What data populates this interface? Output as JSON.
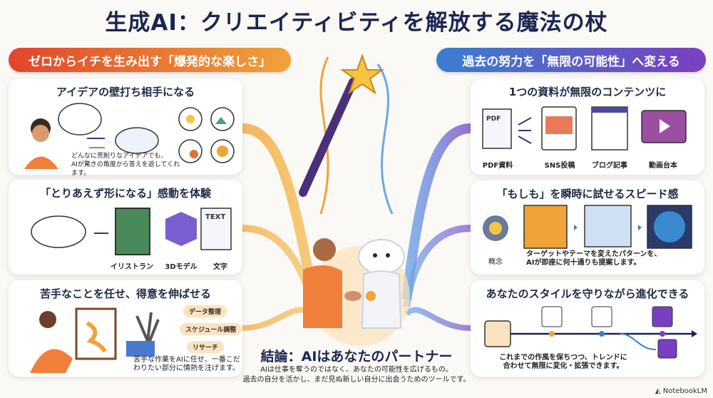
{
  "title": "生成AI：クリエイティビティを解放する魔法の杖",
  "left": {
    "header": "ゼロからイチを生み出す「爆発的な楽しさ」",
    "cards": [
      {
        "title": "アイデアの壁打ち相手になる",
        "caption": [
          "どんなに荒削りなアイデアでも、",
          "AIが驚きの角度から答えを返してくれます。"
        ]
      },
      {
        "title": "「とりあえず形になる」感動を体験",
        "labels": [
          "イリストラン",
          "3Dモデル",
          "文字"
        ],
        "doc_text": "TEXT"
      },
      {
        "title": "苦手なことを任せ、得意を伸ばせる",
        "tags": [
          "データ整理",
          "スケジュール調整",
          "リサーチ"
        ],
        "caption": [
          "苦手な作業をAIに任せ、一番こだ",
          "わりたい部分に情熱を注げます。"
        ]
      }
    ]
  },
  "right": {
    "header": "過去の努力を「無限の可能性」へ変える",
    "cards": [
      {
        "title": "1つの資料が無限のコンテンツに",
        "labels": [
          "PDF資料",
          "SNS投稿",
          "ブログ記事",
          "動画台本"
        ],
        "doc_text": "PDF"
      },
      {
        "title": "「もしも」を瞬時に試せるスピード感",
        "icon_label": "概念",
        "caption": [
          "ターゲットやテーマを変えたパターンを、",
          "AIが即座に何十通りも提案します。"
        ]
      },
      {
        "title": "あなたのスタイルを守りながら進化できる",
        "caption": [
          "これまでの作風を保ちつつ、トレンドに",
          "合わせて無限に変化・拡張できます。"
        ]
      }
    ]
  },
  "conclusion": {
    "title": "結論：AIはあなたのパートナー",
    "lines": [
      "AIは仕事を奪うのではなく、あなたの可能性を広げるもの。",
      "過去の自分を活かし、まだ見ぬ新しい自分に出会うためのツールです。"
    ]
  },
  "brand": "NotebookLM",
  "colors": {
    "orange": "#f0a338",
    "red": "#e2452c",
    "blue": "#3a7fd0",
    "purple": "#7a3fc0",
    "navy": "#1b2550"
  }
}
